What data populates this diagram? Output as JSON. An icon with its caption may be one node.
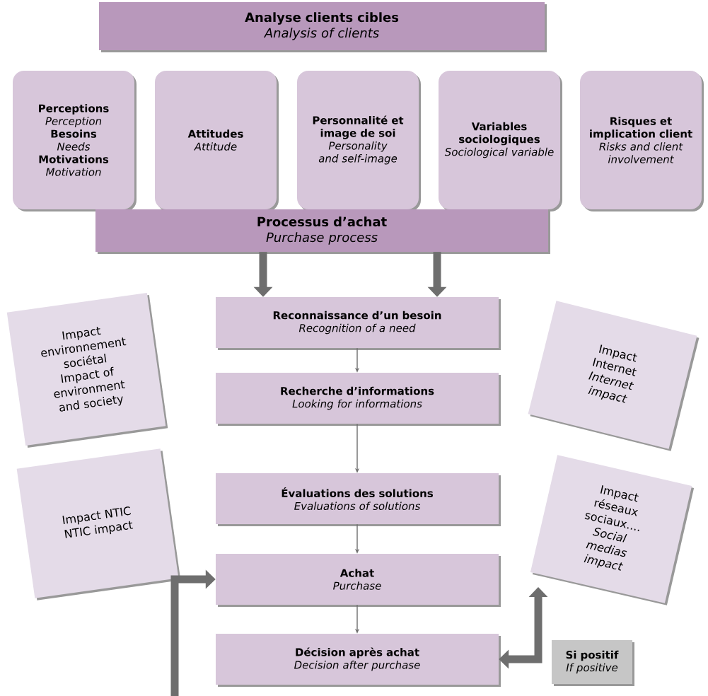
{
  "diagram": {
    "nodes": [
      {
        "text": [
          "Analyse clients cibles",
          "Analysis of clients"
        ]
      },
      {
        "text": [
          "Perceptions",
          "Perception",
          "Besoins",
          "Needs",
          "Motivations",
          "Motivation"
        ]
      },
      {
        "text": [
          "Attitudes",
          "Attitude"
        ]
      },
      {
        "text": [
          "Personnalité et image de soi",
          "Personality and self-image"
        ]
      },
      {
        "text": [
          "Variables sociologiques",
          "Sociological variable"
        ]
      },
      {
        "text": [
          "Risques et implication client",
          "Risks and client involvement"
        ]
      },
      {
        "text": [
          "Processus d’achat",
          "Purchase process"
        ]
      },
      {
        "text": [
          "Impact environnement sociétal",
          "Impact of environment and society"
        ]
      },
      {
        "text": [
          "Reconnaissance d’un besoin",
          "Recognition of a need"
        ]
      },
      {
        "text": [
          "Impact Internet",
          "Internet impact"
        ]
      },
      {
        "text": [
          "Recherche d’informations",
          "Looking for informations"
        ]
      },
      {
        "text": [
          "Impact NTIC",
          "NTIC impact"
        ]
      },
      {
        "text": [
          "Évaluations des solutions",
          "Evaluations of solutions"
        ]
      },
      {
        "text": [
          "Impact réseaux sociaux....",
          "Social medias impact"
        ]
      },
      {
        "text": [
          "Achat",
          "Purchase"
        ]
      },
      {
        "text": [
          "Décision après achat",
          "Decision after purchase"
        ]
      },
      {
        "text": [
          "Si positif",
          "If positive"
        ]
      }
    ],
    "edges": [
      {
        "from": 6,
        "to": 8,
        "arrow": "to",
        "style": "thick"
      },
      {
        "from": 6,
        "to": 8,
        "arrow": "to",
        "style": "thick"
      },
      {
        "from": 8,
        "to": 10,
        "arrow": "to"
      },
      {
        "from": 10,
        "to": 12,
        "arrow": "to"
      },
      {
        "from": 12,
        "to": 14,
        "arrow": "to"
      },
      {
        "from": 14,
        "to": 15,
        "arrow": "to"
      },
      {
        "from": null,
        "to": 14,
        "arrow": "to",
        "style": "thick"
      },
      {
        "from": 15,
        "to": null,
        "arrow": "both",
        "style": "thick"
      }
    ]
  }
}
